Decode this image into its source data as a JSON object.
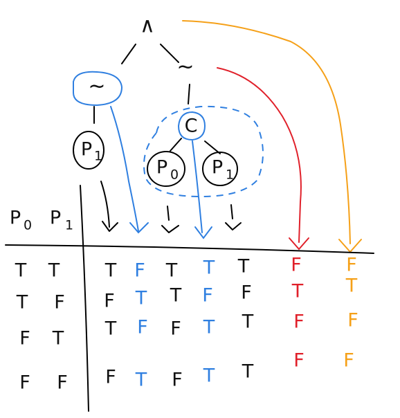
{
  "colors": {
    "ink": "#111111",
    "blue": "#2f7fe0",
    "red": "#e0202a",
    "orange": "#f5a018"
  },
  "tree": {
    "root": "∧",
    "left_neg": "~",
    "right_neg": "~",
    "cond": "C",
    "p1": "P",
    "p1_sub": "1",
    "p0": "P",
    "p0_sub": "0",
    "p1b": "P",
    "p1b_sub": "1"
  },
  "table": {
    "headers": [
      {
        "letter": "P",
        "sub": "0"
      },
      {
        "letter": "P",
        "sub": "1"
      }
    ],
    "rows": [
      {
        "p0": "T",
        "p1": "T",
        "c1": "T",
        "c2": "F",
        "c3": "T",
        "c4": "T",
        "c5": "T",
        "c6": "F",
        "c7": "F"
      },
      {
        "p0": "T",
        "p1": "F",
        "c1": "F",
        "c2": "T",
        "c3": "T",
        "c4": "F",
        "c5": "F",
        "c6": "T",
        "c7": "T"
      },
      {
        "p0": "F",
        "p1": "T",
        "c1": "T",
        "c2": "F",
        "c3": "F",
        "c4": "T",
        "c5": "T",
        "c6": "F",
        "c7": "F"
      },
      {
        "p0": "F",
        "p1": "F",
        "c1": "F",
        "c2": "T",
        "c3": "F",
        "c4": "T",
        "c5": "T",
        "c6": "F",
        "c7": "F"
      }
    ]
  }
}
